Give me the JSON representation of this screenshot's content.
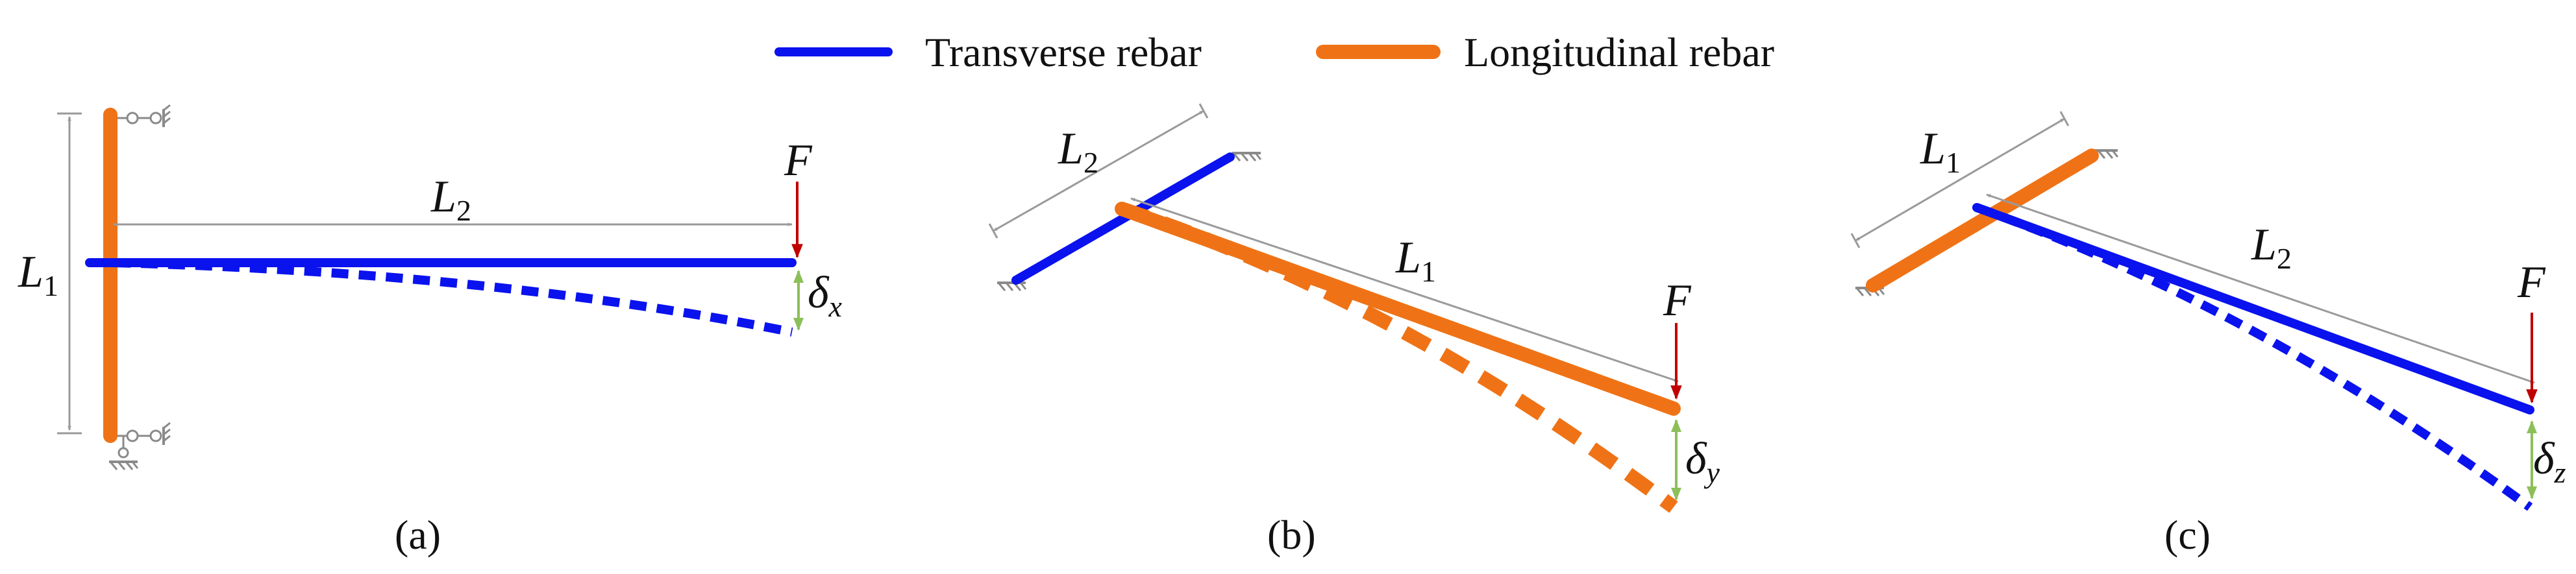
{
  "legend": {
    "transverse": {
      "label": "Transverse rebar",
      "color": "#0a12ee"
    },
    "longitudinal": {
      "label": "Longitudinal rebar",
      "color": "#ef7316"
    }
  },
  "colors": {
    "dimension": "#9a9a9a",
    "force": "#c00000",
    "deflection": "#8cbf5a",
    "support": "#8a8a8a"
  },
  "panels": [
    {
      "caption": "(a)",
      "force_label": "F",
      "span_label": {
        "base": "L",
        "sub": "2"
      },
      "height_label": {
        "base": "L",
        "sub": "1"
      },
      "deflection_label": {
        "base": "δ",
        "sub": "x"
      }
    },
    {
      "caption": "(b)",
      "force_label": "F",
      "short_label": {
        "base": "L",
        "sub": "2"
      },
      "long_label": {
        "base": "L",
        "sub": "1"
      },
      "deflection_label": {
        "base": "δ",
        "sub": "y"
      }
    },
    {
      "caption": "(c)",
      "force_label": "F",
      "short_label": {
        "base": "L",
        "sub": "1"
      },
      "long_label": {
        "base": "L",
        "sub": "2"
      },
      "deflection_label": {
        "base": "δ",
        "sub": "z"
      }
    }
  ]
}
